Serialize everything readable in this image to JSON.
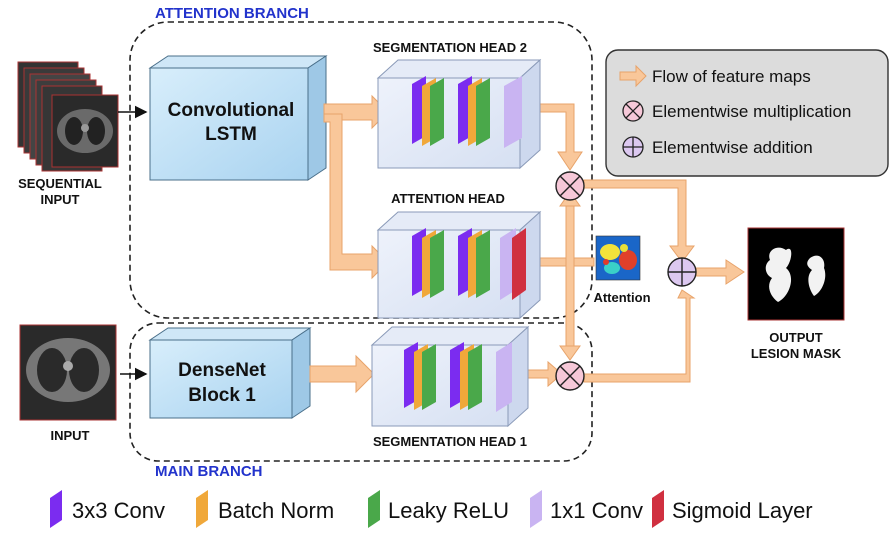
{
  "branches": {
    "attention": "ATTENTION BRANCH",
    "main": "MAIN BRANCH"
  },
  "inputs": {
    "sequential_line1": "SEQUENTIAL",
    "sequential_line2": "INPUT",
    "single": "INPUT"
  },
  "blocks": {
    "conv_lstm_line1": "Convolutional",
    "conv_lstm_line2": "LSTM",
    "densenet_line1": "DenseNet",
    "densenet_line2": "Block 1"
  },
  "heads": {
    "seg_head_2": "SEGMENTATION HEAD 2",
    "attention_head": "ATTENTION HEAD",
    "seg_head_1": "SEGMENTATION HEAD 1"
  },
  "attention_map_label": "Attention",
  "output": {
    "line1": "OUTPUT",
    "line2": "LESION MASK"
  },
  "flow_legend": {
    "flow": "Flow of feature maps",
    "multiply": "Elementwise multiplication",
    "add": "Elementwise addition"
  },
  "layer_legend": [
    {
      "label": "3x3 Conv",
      "color": "#7b2cf0"
    },
    {
      "label": "Batch Norm",
      "color": "#f0a83a"
    },
    {
      "label": "Leaky ReLU",
      "color": "#4aa84a"
    },
    {
      "label": "1x1 Conv",
      "color": "#c9b4f2"
    },
    {
      "label": "Sigmoid Layer",
      "color": "#d03040"
    }
  ],
  "colors": {
    "block_fill": "#bfe0f5",
    "arrow_fill": "#f9c79a",
    "arrow_stroke": "#e8a36a",
    "op_fill": "#f6c8d8",
    "op_add_fill": "#dcc8f0",
    "branch_title": "#2233cc"
  }
}
